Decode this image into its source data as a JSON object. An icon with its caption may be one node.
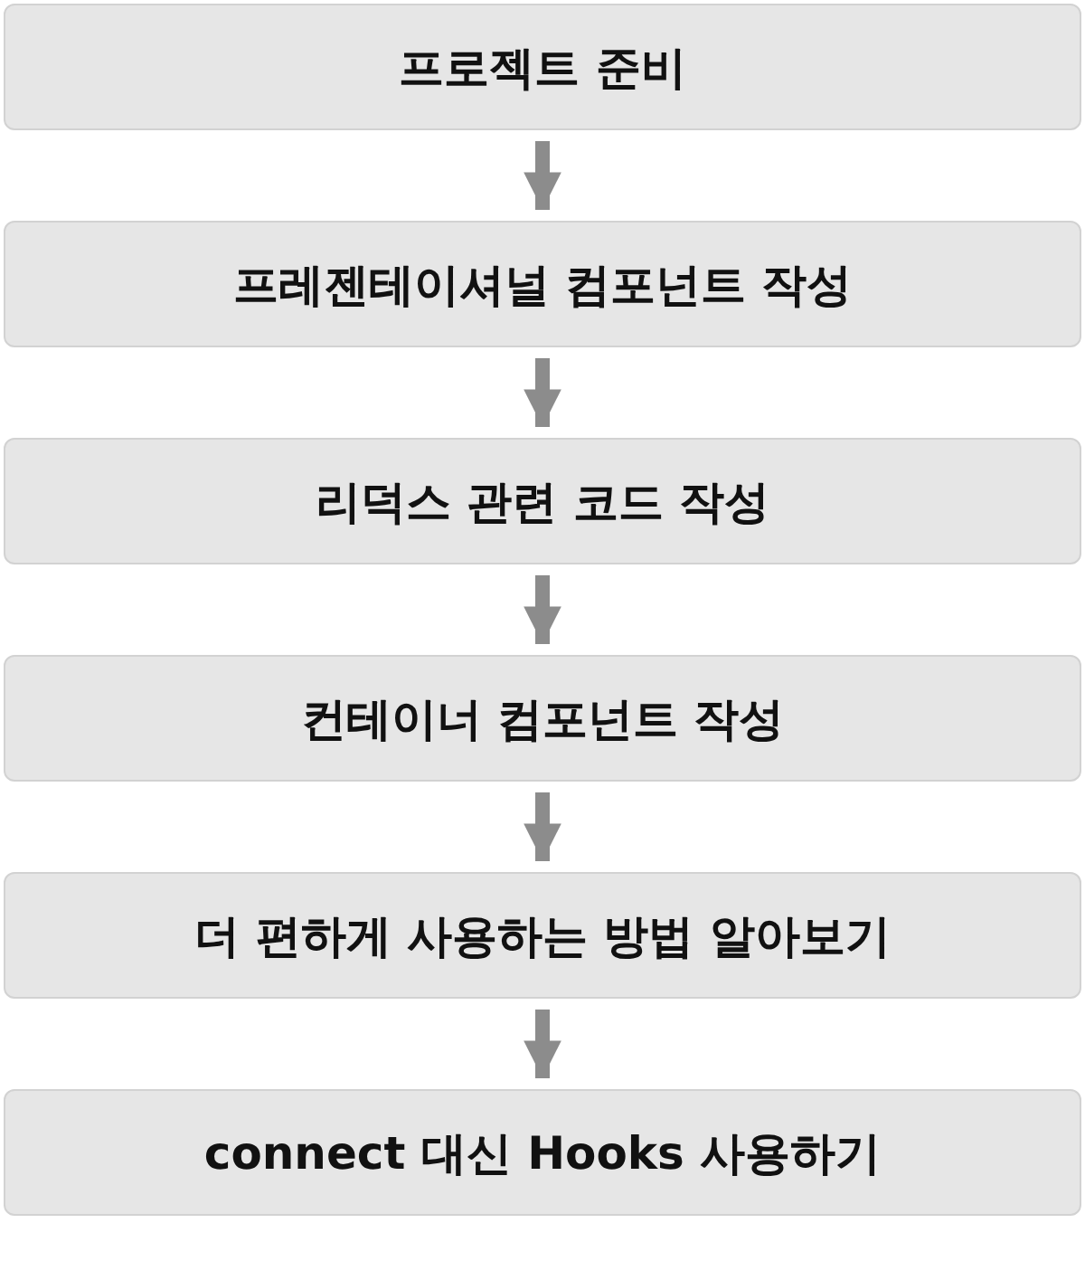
{
  "diagram": {
    "nodes": [
      {
        "text": [
          "프로젝트 준비"
        ]
      },
      {
        "text": [
          "프레젠테이셔널 컴포넌트 작성"
        ]
      },
      {
        "text": [
          "리덕스 관련 코드 작성"
        ]
      },
      {
        "text": [
          "컨테이너 컴포넌트 작성"
        ]
      },
      {
        "text": [
          "더 편하게 사용하는 방법 알아보기"
        ]
      },
      {
        "text": [
          "connect 대신 Hooks 사용하기"
        ]
      }
    ],
    "edges": [
      {
        "from": 0,
        "to": 1,
        "arrow": "to"
      },
      {
        "from": 1,
        "to": 2,
        "arrow": "to"
      },
      {
        "from": 2,
        "to": 3,
        "arrow": "to"
      },
      {
        "from": 3,
        "to": 4,
        "arrow": "to"
      },
      {
        "from": 4,
        "to": 5,
        "arrow": "to"
      }
    ]
  }
}
